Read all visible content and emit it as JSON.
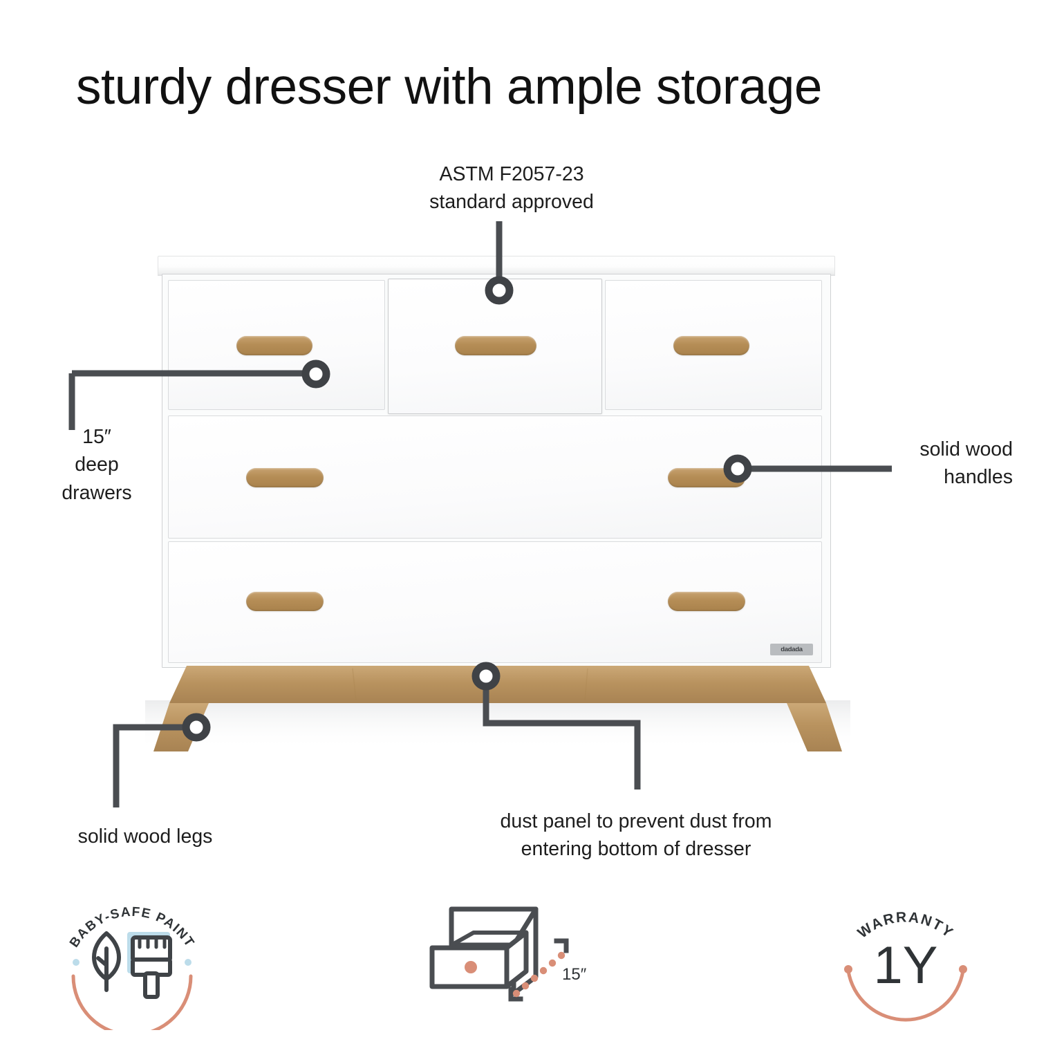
{
  "page": {
    "title": "sturdy dresser with ample storage",
    "background": "#ffffff",
    "ink": "#1d1d1d",
    "line_color": "#4a4d51",
    "wood_color": "#b58d56",
    "coral_color": "#d98e77",
    "sky_color": "#bcdcea"
  },
  "product": {
    "brand": "dadada",
    "type": "6-drawer dresser",
    "finish": "white with solid wood handles and legs"
  },
  "callouts": [
    {
      "id": "astm",
      "label": "ASTM F2057-23\nstandard approved",
      "leader": "vertical-down",
      "marker": "ring"
    },
    {
      "id": "deep-drawers",
      "label": "15″\ndeep\ndrawers",
      "leader": "elbow-right",
      "marker": "ring"
    },
    {
      "id": "wood-handles",
      "label": "solid wood\nhandles",
      "leader": "horizontal-left",
      "marker": "ring"
    },
    {
      "id": "wood-legs",
      "label": "solid wood legs",
      "leader": "elbow-left-down",
      "marker": "ring"
    },
    {
      "id": "dust-panel",
      "label": "dust panel to prevent dust from\nentering bottom of dresser",
      "leader": "z-down-right-down",
      "marker": "ring"
    }
  ],
  "badges": {
    "paint": {
      "arc_text": "BABY-SAFE PAINT",
      "icon_names": [
        "leaf-icon",
        "paintbrush-icon"
      ]
    },
    "depth": {
      "measure_label": "15″",
      "icon_names": [
        "open-drawer-icon",
        "dotted-measure-line"
      ]
    },
    "warranty": {
      "arc_text": "WARRANTY",
      "value": "1Y"
    }
  }
}
